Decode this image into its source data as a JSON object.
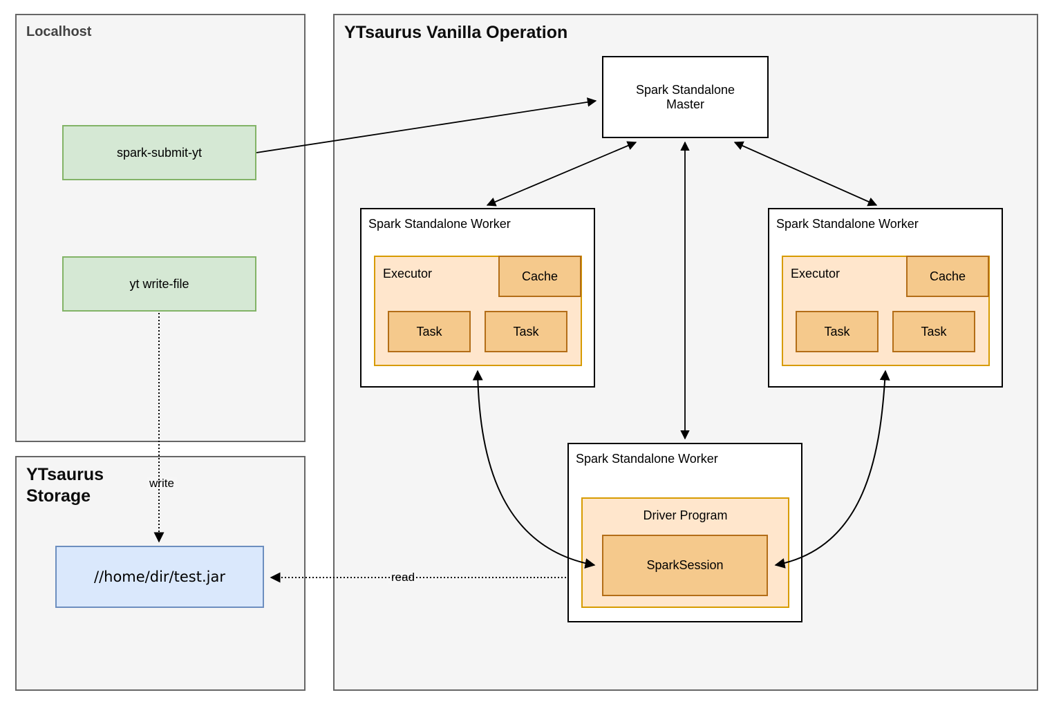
{
  "localhost_panel": {
    "title": "Localhost",
    "spark_submit_node": "spark-submit-yt",
    "write_file_node": "yt write-file"
  },
  "storage_panel": {
    "title": "YTsaurus Storage",
    "jar_node": "//home/dir/test.jar"
  },
  "operation_panel": {
    "title": "YTsaurus Vanilla Operation",
    "master": "Spark Standalone Master",
    "worker_left": {
      "title": "Spark Standalone Worker",
      "executor": "Executor",
      "cache": "Cache",
      "tasks": [
        "Task",
        "Task"
      ]
    },
    "worker_right": {
      "title": "Spark Standalone Worker",
      "executor": "Executor",
      "cache": "Cache",
      "tasks": [
        "Task",
        "Task"
      ]
    },
    "worker_driver": {
      "title": "Spark Standalone Worker",
      "driver_program": "Driver Program",
      "spark_session": "SparkSession"
    }
  },
  "edge_labels": {
    "write": "write",
    "read": "read"
  },
  "colors": {
    "frame_fill": "#f5f5f5",
    "frame_border": "#666666",
    "green_fill": "#d5e8d4",
    "green_border": "#82b366",
    "blue_fill": "#dae8fc",
    "blue_border": "#6c8ebf",
    "orange_light_fill": "#ffe6cc",
    "orange_light_border": "#d79b00",
    "orange_dark_fill": "#f5c98c",
    "orange_dark_border": "#b36d17",
    "wire": "#000000"
  }
}
